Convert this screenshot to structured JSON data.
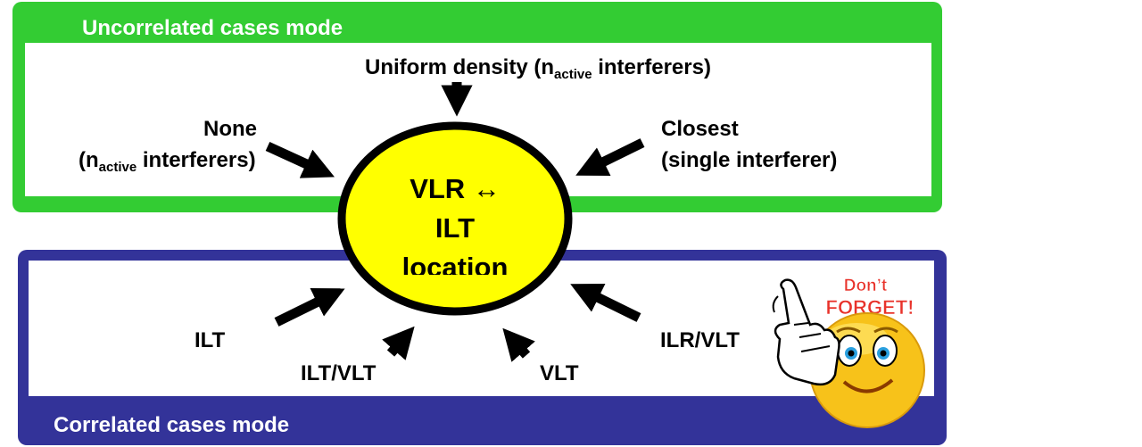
{
  "uncorrelated_panel": {
    "title": "Uncorrelated cases mode"
  },
  "correlated_panel": {
    "title": "Correlated cases mode"
  },
  "labels": {
    "uniform_main": "Uniform density (n",
    "uniform_sub": "active",
    "uniform_tail": " interferers)",
    "none_line1": "None",
    "none_line2_pre": "(n",
    "none_line2_sub": "active",
    "none_line2_tail": " interferers)",
    "closest_line1": "Closest",
    "closest_line2": "(single interferer)",
    "ilt": "ILT",
    "ilt_vlt": "ILT/VLT",
    "vlt": "VLT",
    "ilr_vlt": "ILR/VLT"
  },
  "center": {
    "line1": "VLR ↔",
    "line2": "ILT",
    "line3": "location"
  },
  "badge": {
    "line1": "Don’t",
    "line2": "FORGET!"
  },
  "colors": {
    "green": "#33cc33",
    "blue": "#333399",
    "ellipse_fill": "#ffff00",
    "badge_red": "#e8322a"
  }
}
